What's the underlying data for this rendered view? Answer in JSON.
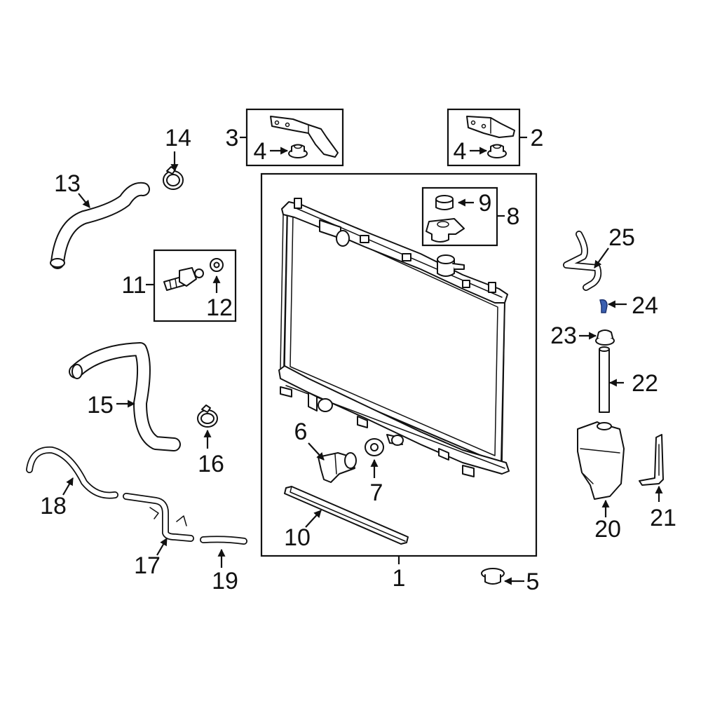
{
  "callouts": {
    "c1": "1",
    "c2": "2",
    "c3": "3",
    "c4a": "4",
    "c4b": "4",
    "c5": "5",
    "c6": "6",
    "c7": "7",
    "c8": "8",
    "c9": "9",
    "c10": "10",
    "c11": "11",
    "c12": "12",
    "c13": "13",
    "c14": "14",
    "c15": "15",
    "c16": "16",
    "c17": "17",
    "c18": "18",
    "c19": "19",
    "c20": "20",
    "c21": "21",
    "c22": "22",
    "c23": "23",
    "c24": "24",
    "c25": "25"
  },
  "colors": {
    "line": "#111111",
    "highlight": "#3a5fb0",
    "background": "#ffffff"
  }
}
